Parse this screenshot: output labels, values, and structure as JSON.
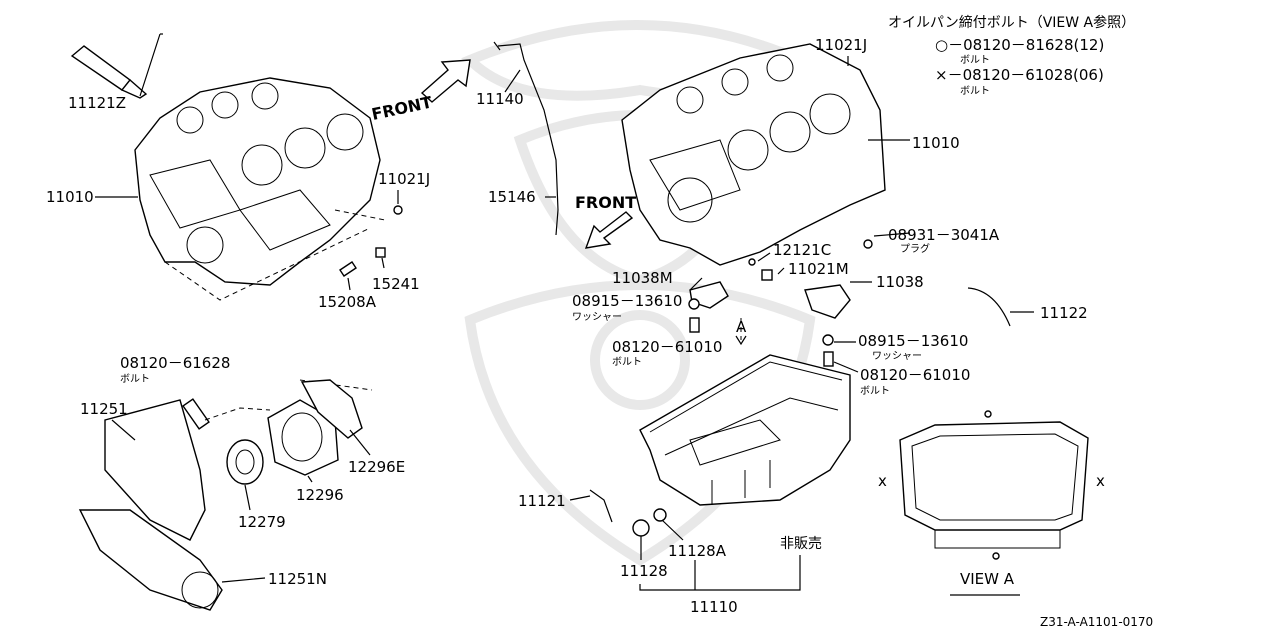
{
  "header": {
    "note": "オイルパン締付ボルト（VIEW A参照）",
    "bolt_o": "○－08120－81628(12)",
    "bolt_x": "×－08120－61028(06)",
    "bolt_sub": "ボルト"
  },
  "front_labels": [
    "FRONT",
    "FRONT"
  ],
  "view_label": "VIEW A",
  "view_arrow_label": "A",
  "not_for_sale": "非販売",
  "footer_code": "Z31-A-A1101-0170",
  "view_markers": {
    "o": "o",
    "x": "x"
  },
  "parts": {
    "p11121Z": "11121Z",
    "p11010_left": "11010",
    "p11021J_left": "11021J",
    "p15241": "15241",
    "p15208A": "15208A",
    "p11140": "11140",
    "p15146": "15146",
    "p11021J_right": "11021J",
    "p11010_right": "11010",
    "p08931": "08931－3041A",
    "p08931_sub": "プラグ",
    "p12121C": "12121C",
    "p11021M": "11021M",
    "p11038M": "11038M",
    "p11038": "11038",
    "p08915_left": "08915－13610",
    "p08915_left_sub": "ワッシャー",
    "p08120_61010_left": "08120－61010",
    "p08120_61010_left_sub": "ボルト",
    "p08915_right": "08915－13610",
    "p08915_right_sub": "ワッシャー",
    "p08120_61010_right": "08120－61010",
    "p08120_61010_right_sub": "ボルト",
    "p11122": "11122",
    "p08120_61628": "08120－61628",
    "p08120_61628_sub": "ボルト",
    "p11251": "11251",
    "p12296E": "12296E",
    "p12296": "12296",
    "p12279": "12279",
    "p11251N": "11251N",
    "p11121": "11121",
    "p11128A": "11128A",
    "p11128": "11128",
    "p11110": "11110"
  }
}
